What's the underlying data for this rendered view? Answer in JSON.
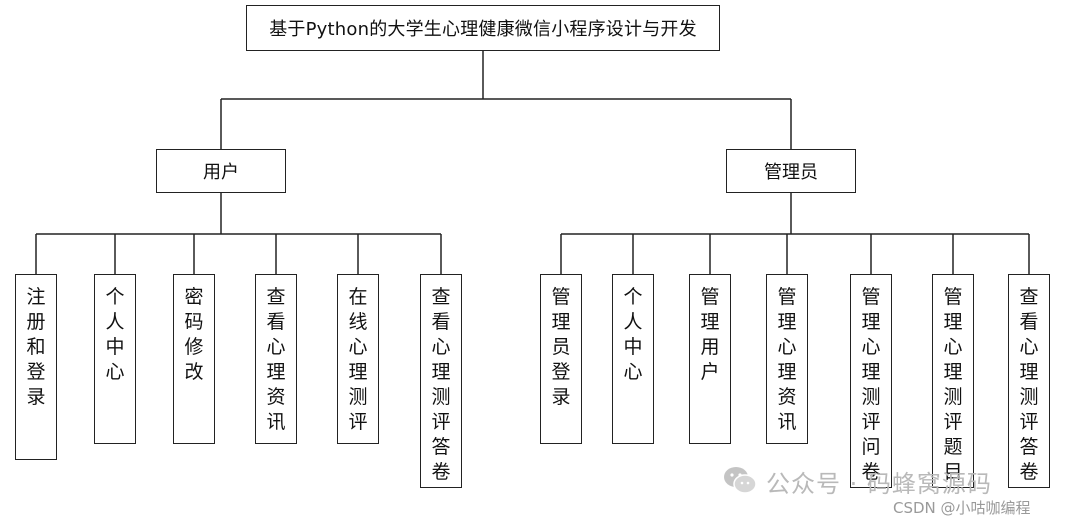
{
  "root": {
    "label": "基于Python的大学生心理健康微信小程序设计与开发"
  },
  "groups": [
    {
      "label": "用户",
      "children": [
        "注册和登录",
        "个人中心",
        "密码修改",
        "查看心理资讯",
        "在线心理测评",
        "查看心理测评答卷"
      ]
    },
    {
      "label": "管理员",
      "children": [
        "管理员登录",
        "个人中心",
        "管理用户",
        "管理心理资讯",
        "管理心理测评问卷",
        "管理心理测评题目",
        "查看心理测评答卷"
      ]
    }
  ],
  "watermark": {
    "icon": "wechat-icon",
    "text": "公众号 · 码蜂窝源码",
    "credit": "CSDN @小咕咖编程"
  },
  "colors": {
    "line": "#222222",
    "watermark": "#b9b9b9"
  }
}
